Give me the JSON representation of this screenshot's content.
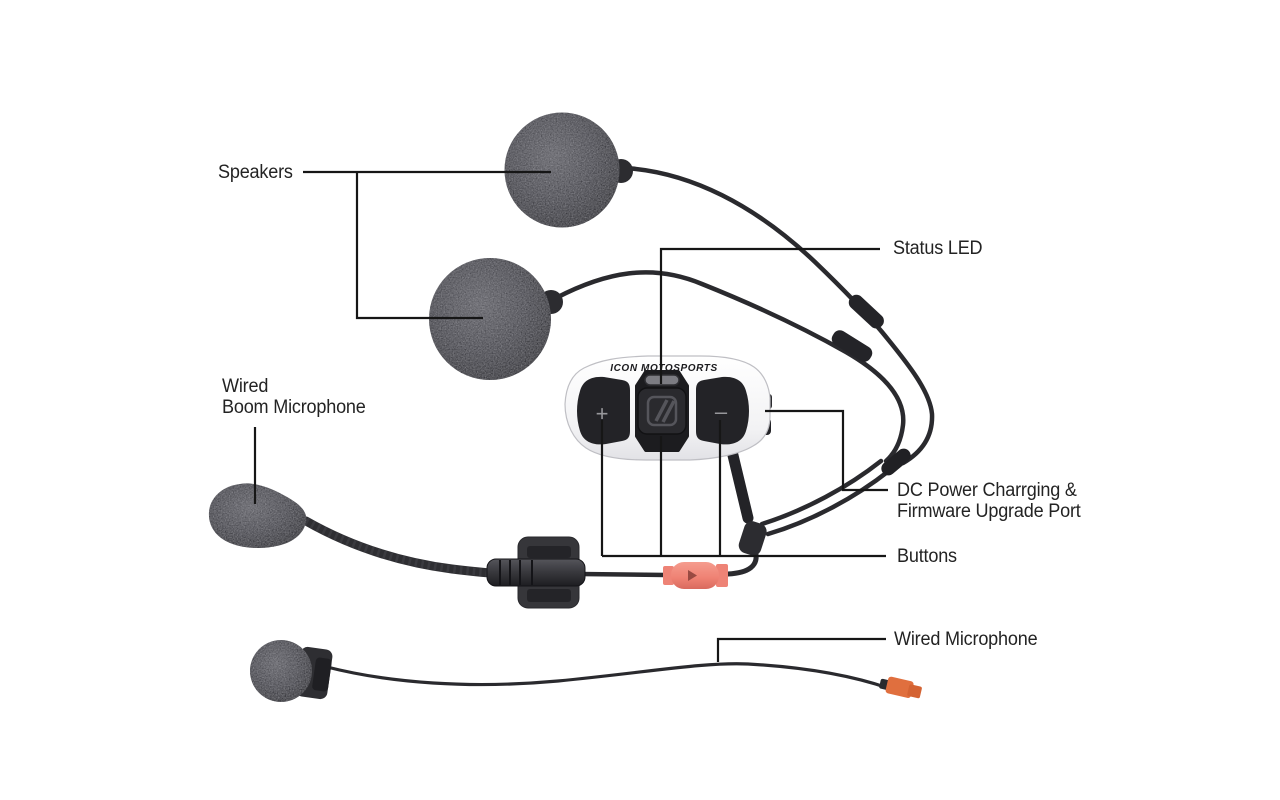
{
  "diagram": {
    "background": "#ffffff",
    "labels": {
      "speakers": "Speakers",
      "status_led": "Status LED",
      "wired_boom_mic_line1": "Wired",
      "wired_boom_mic_line2": "Boom Microphone",
      "dc_power_line1": "DC Power Charrging &",
      "dc_power_line2": "Firmware Upgrade Port",
      "buttons": "Buttons",
      "wired_mic": "Wired Microphone"
    },
    "device": {
      "brand": "ICON MOTOSPORTS",
      "volume_up": "+",
      "volume_down": "–"
    },
    "colors": {
      "label_text": "#232323",
      "callout_line": "#161616",
      "cable": "#2a2a2e",
      "foam": "#3e3e44",
      "device_body": "#f7f7f9",
      "device_panel": "#232327",
      "inline_connector_orange": "#f0857a",
      "end_connector_orange": "#e06f3e"
    }
  }
}
